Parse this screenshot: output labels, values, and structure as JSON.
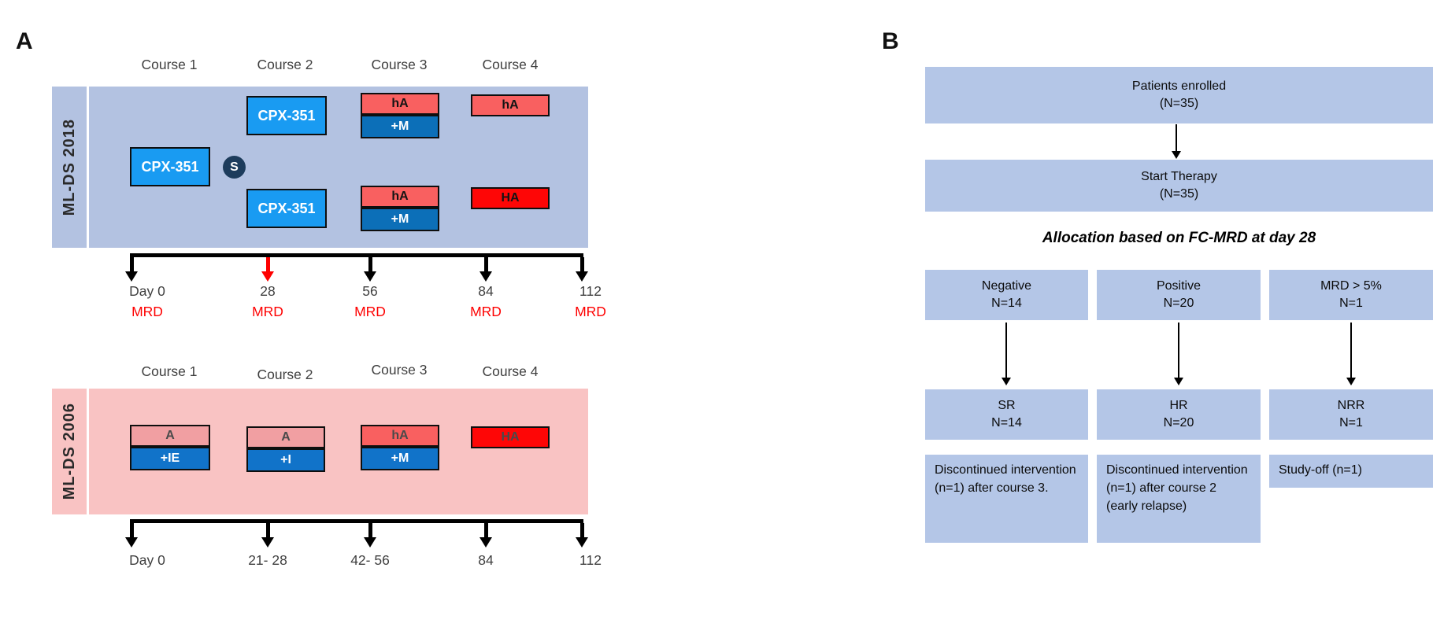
{
  "colors": {
    "band_blue": "#b3c2e1",
    "band_pink": "#f9c3c3",
    "cpx_blue": "#199bf2",
    "deep_blue_2018": "#0c6fb8",
    "deep_blue_2006": "#1173c9",
    "coral": "#f96060",
    "coral_light": "#f19fa2",
    "red": "#fe0606",
    "navy_badge": "#1d3c5c",
    "flow_box_blue": "#b4c6e7",
    "mrd_red": "#fe0000",
    "timeline_black": "#000000"
  },
  "panel_a": {
    "label": "A",
    "p2018": {
      "name": "ML-DS 2018",
      "courses": [
        "Course 1",
        "Course 2",
        "Course 3",
        "Course 4"
      ],
      "cpx": "CPX-351",
      "sct_badge": "S",
      "ha_low": "hA",
      "m_add": "+M",
      "ha_high": "HA",
      "days": [
        "Day 0",
        "28",
        "56",
        "84",
        "112"
      ],
      "mrd": "MRD"
    },
    "p2006": {
      "name": "ML-DS 2006",
      "courses": [
        "Course 1",
        "Course 2",
        "Course 3",
        "Course 4"
      ],
      "a": "A",
      "ie_add": "+IE",
      "i_add": "+I",
      "ha_low": "hA",
      "m_add": "+M",
      "ha_high": "HA",
      "days": [
        "Day 0",
        "21- 28",
        "42- 56",
        "84",
        "112"
      ]
    }
  },
  "panel_b": {
    "label": "B",
    "enrolled_line1": "Patients enrolled",
    "enrolled_line2": "(N=35)",
    "start_line1": "Start Therapy",
    "start_line2": "(N=35)",
    "allocation_note": "Allocation based on FC-MRD at day 28",
    "groups": [
      {
        "alloc": "Negative",
        "alloc_n": "N=14",
        "arm": "SR",
        "arm_n": "N=14",
        "outcome": "Discontinued intervention (n=1) after course 3."
      },
      {
        "alloc": "Positive",
        "alloc_n": "N=20",
        "arm": "HR",
        "arm_n": "N=20",
        "outcome": "Discontinued intervention (n=1) after course 2 (early relapse)"
      },
      {
        "alloc": "MRD > 5%",
        "alloc_n": "N=1",
        "arm": "NRR",
        "arm_n": "N=1",
        "outcome": "Study-off (n=1)"
      }
    ]
  }
}
